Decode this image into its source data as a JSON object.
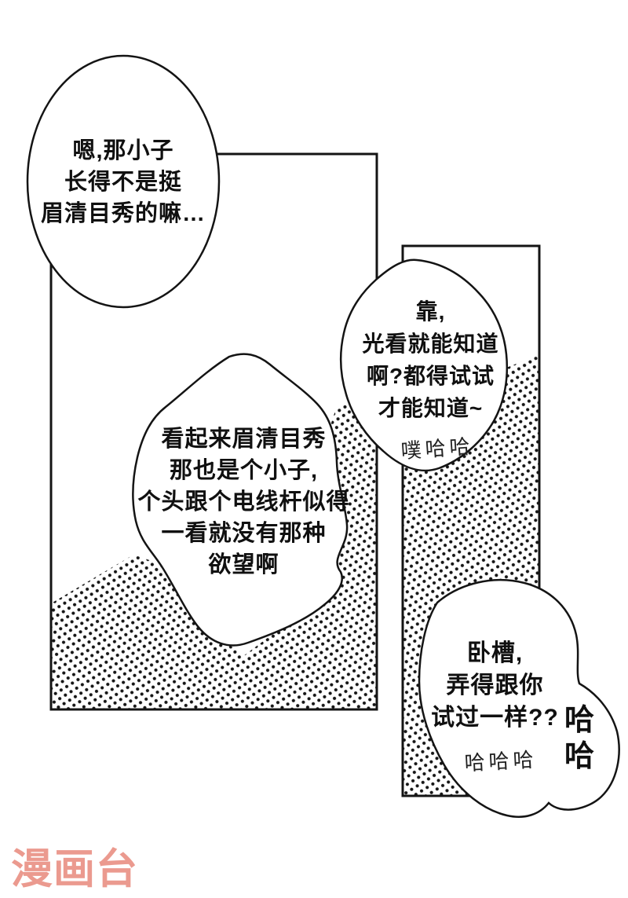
{
  "page": {
    "kind": "comic-page",
    "ink_color": "#111111",
    "paper_color": "#ffffff",
    "watermark": "漫画台",
    "watermark_color": "#e8897c"
  },
  "bubbles": {
    "b1": {
      "text": "嗯,那小子\n长得不是挺\n眉清目秀的嘛…"
    },
    "b2": {
      "text": "看起来眉清目秀\n那也是个小子,\n个头跟个电线杆似得\n一看就没有那种\n欲望啊"
    },
    "b3": {
      "text": "靠,\n光看就能知道\n啊?都得试试\n才能知道~",
      "laugh": "噗哈哈"
    },
    "b4": {
      "text": "卧槽,\n弄得跟你\n试过一样??",
      "laugh": "哈哈哈",
      "laugh_outside": "哈\n哈"
    }
  }
}
